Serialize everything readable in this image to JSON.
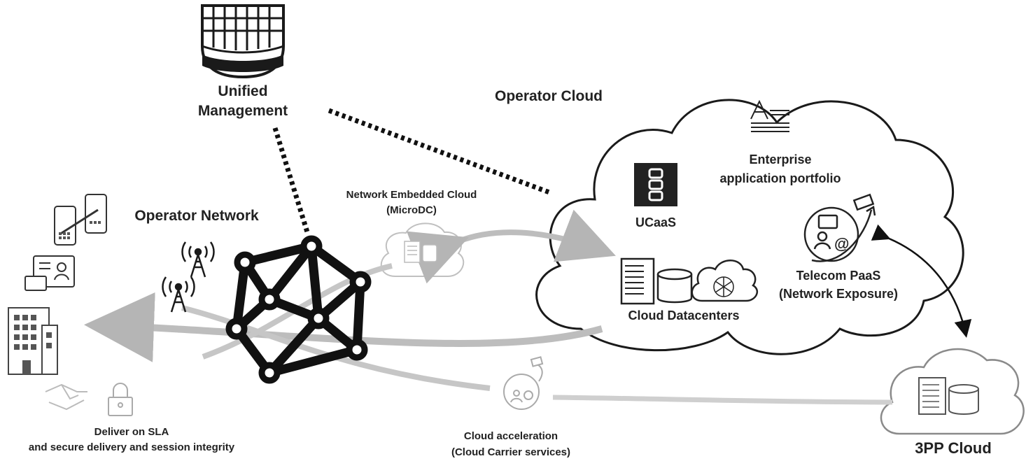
{
  "labels": {
    "unified_management_1": "Unified",
    "unified_management_2": "Management",
    "operator_cloud": "Operator Cloud",
    "operator_network": "Operator Network",
    "network_embedded_cloud_1": "Network Embedded Cloud",
    "network_embedded_cloud_2": "(MicroDC)",
    "enterprise_1": "Enterprise",
    "enterprise_2": "application portfolio",
    "ucaas": "UCaaS",
    "telecom_paas_1": "Telecom PaaS",
    "telecom_paas_2": "(Network Exposure)",
    "cloud_datacenters": "Cloud Datacenters",
    "deliver_sla_1": "Deliver on SLA",
    "deliver_sla_2": "and secure delivery and session integrity",
    "cloud_acceleration_1": "Cloud acceleration",
    "cloud_acceleration_2": "(Cloud Carrier services)",
    "third_party_cloud": "3PP Cloud"
  },
  "icons": {
    "management": "management-dashboard-icon",
    "ucaas": "ucaas-chat-icon",
    "enterprise": "document-text-icon",
    "telecom_paas": "network-exposure-icon",
    "datacenter": "server-rack-icon",
    "network_mesh": "network-mesh-icon",
    "antenna": "radio-tower-icon",
    "phones": "mobile-phone-icon",
    "laptop": "laptop-user-icon",
    "building": "office-building-icon",
    "handshake": "handshake-icon",
    "lock": "padlock-icon"
  },
  "colors": {
    "ink": "#1a1a1a",
    "gray_flow": "#bdbdbd",
    "light_gray": "#cfcfcf"
  }
}
